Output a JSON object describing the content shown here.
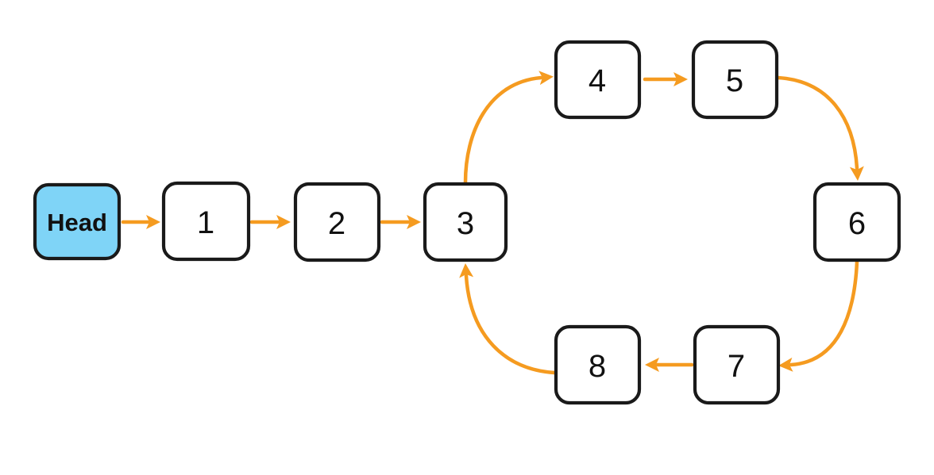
{
  "colors": {
    "background": "#ffffff",
    "arrow": "#F59B20",
    "node-fill": "#ffffff",
    "node-border": "#1a1a1a",
    "head-fill": "#7FD4F7",
    "text": "#111111"
  },
  "diagram": {
    "type": "linked-list-with-cycle",
    "nodes": [
      {
        "id": "head",
        "label": "Head"
      },
      {
        "id": "n1",
        "label": "1"
      },
      {
        "id": "n2",
        "label": "2"
      },
      {
        "id": "n3",
        "label": "3"
      },
      {
        "id": "n4",
        "label": "4"
      },
      {
        "id": "n5",
        "label": "5"
      },
      {
        "id": "n6",
        "label": "6"
      },
      {
        "id": "n7",
        "label": "7"
      },
      {
        "id": "n8",
        "label": "8"
      }
    ],
    "edges": [
      {
        "from": "Head",
        "to": "1"
      },
      {
        "from": "1",
        "to": "2"
      },
      {
        "from": "2",
        "to": "3"
      },
      {
        "from": "3",
        "to": "4"
      },
      {
        "from": "4",
        "to": "5"
      },
      {
        "from": "5",
        "to": "6"
      },
      {
        "from": "6",
        "to": "7"
      },
      {
        "from": "7",
        "to": "8"
      },
      {
        "from": "8",
        "to": "3"
      }
    ]
  }
}
